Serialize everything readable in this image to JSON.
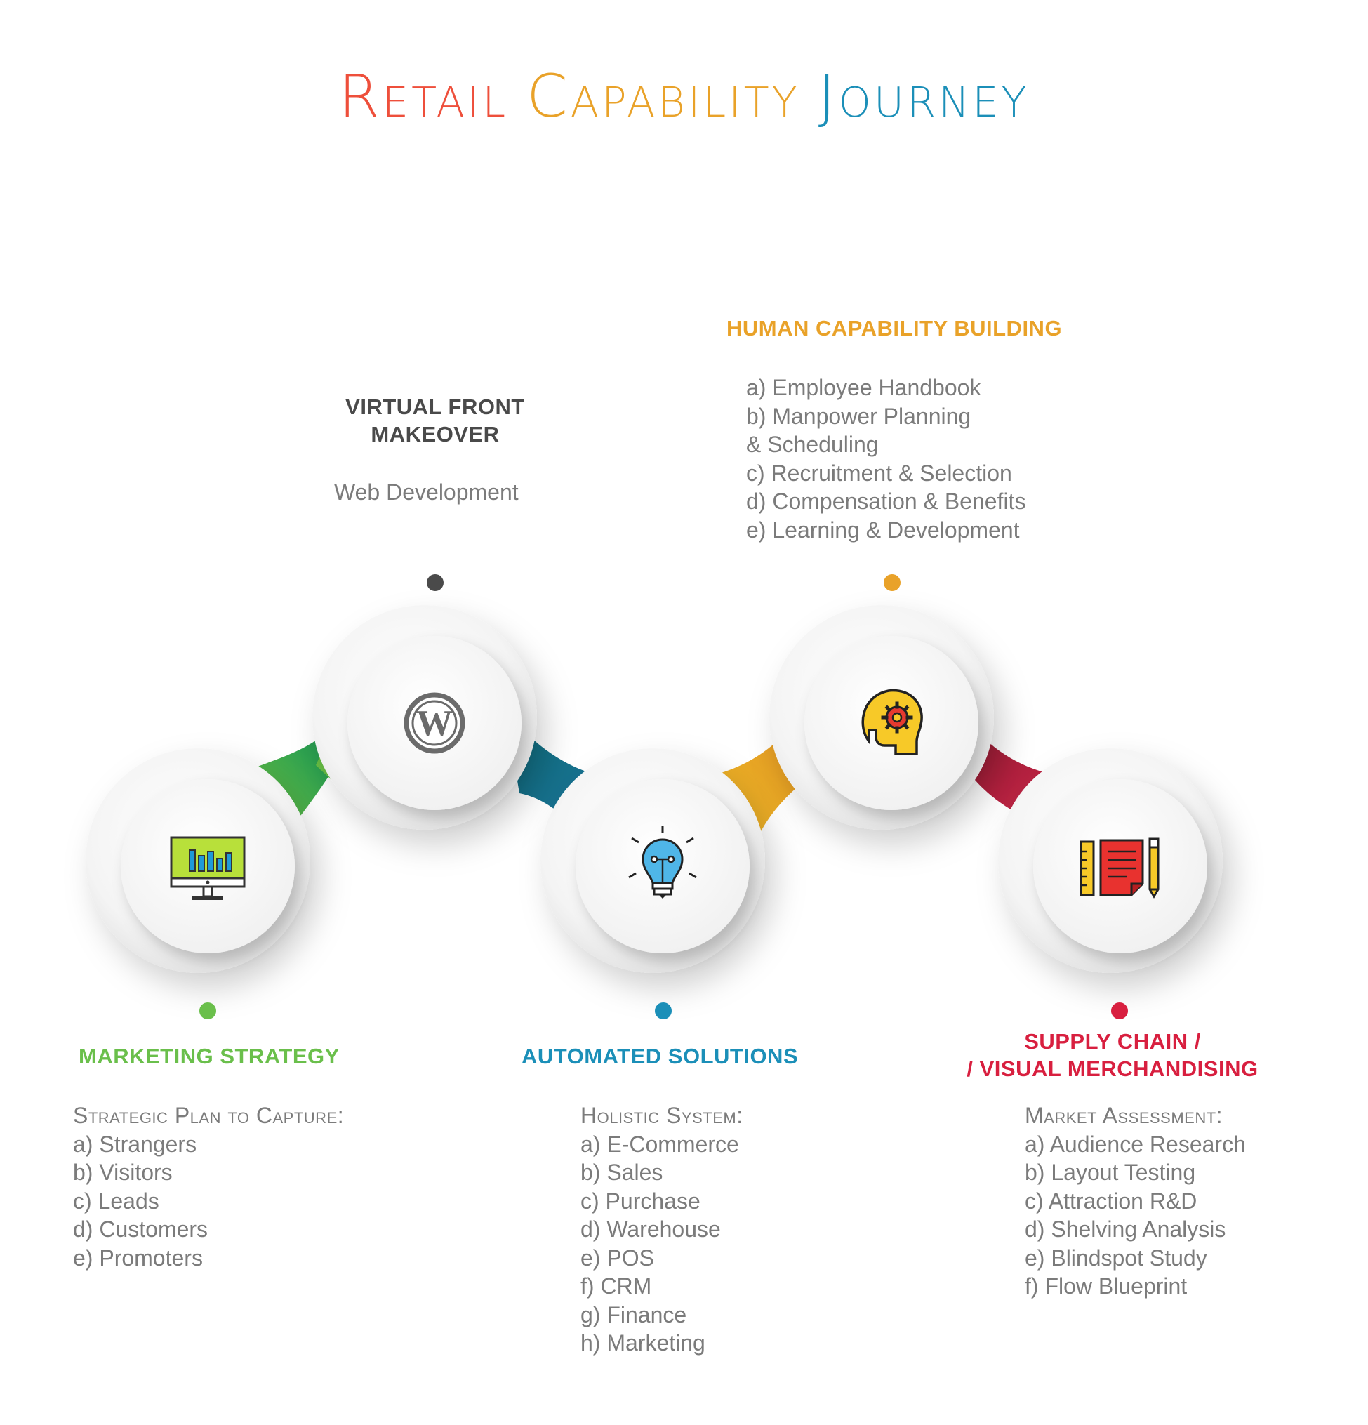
{
  "title": {
    "word1": "Retail",
    "word2": "Capability",
    "word3": "Journey"
  },
  "colors": {
    "marketing": "#6abf4b",
    "virtual": "#4a4a4a",
    "automated": "#1b8fb8",
    "human": "#e9a229",
    "supply": "#d81f3f",
    "body_text": "#7b7b7b"
  },
  "stages": {
    "marketing": {
      "heading": "MARKETING STRATEGY",
      "intro": "Strategic Plan to Capture:",
      "items": [
        "a) Strangers",
        "b) Visitors",
        "c) Leads",
        "d) Customers",
        "e) Promoters"
      ],
      "icon": "monitor-chart-icon"
    },
    "virtual": {
      "heading_line1": "VIRTUAL FRONT",
      "heading_line2": "MAKEOVER",
      "description": "Web Development",
      "icon": "wordpress-icon"
    },
    "automated": {
      "heading": "AUTOMATED SOLUTIONS",
      "intro": "Holistic System:",
      "items": [
        "a) E-Commerce",
        "b) Sales",
        "c) Purchase",
        "d) Warehouse",
        "e) POS",
        "f)  CRM",
        "g) Finance",
        "h) Marketing"
      ],
      "icon": "lightbulb-icon"
    },
    "human": {
      "heading": "HUMAN CAPABILITY BUILDING",
      "items": [
        "a) Employee Handbook",
        "b) Manpower Planning",
        "& Scheduling",
        "c) Recruitment & Selection",
        "d) Compensation & Benefits",
        "e) Learning  & Development"
      ],
      "icon": "head-gear-icon"
    },
    "supply": {
      "heading_line1": "SUPPLY CHAIN /",
      "heading_line2": "/ VISUAL MERCHANDISING",
      "intro": "Market Assessment:",
      "items": [
        "a) Audience Research",
        "b) Layout Testing",
        "c) Attraction R&D",
        "d) Shelving Analysis",
        "e) Blindspot Study",
        "f)  Flow Blueprint"
      ],
      "icon": "ruler-notepad-pencil-icon"
    }
  }
}
